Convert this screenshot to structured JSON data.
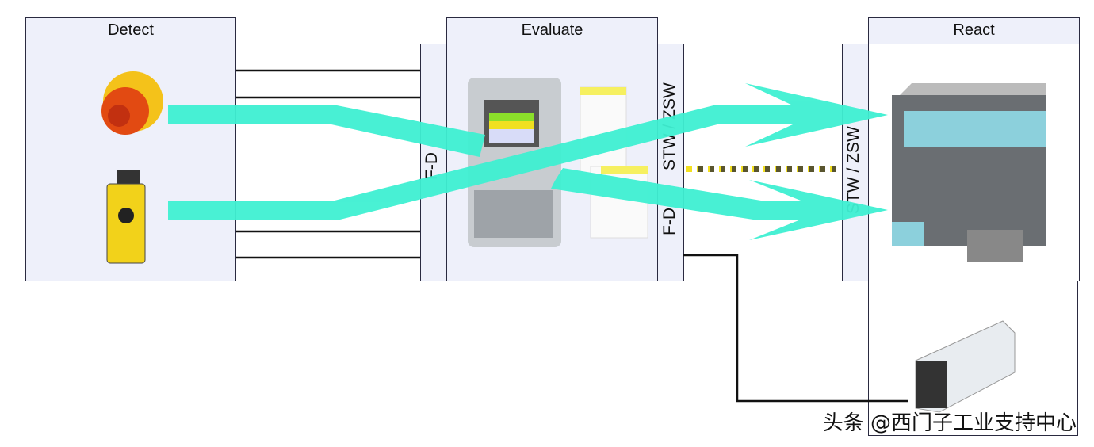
{
  "columns": {
    "detect": "Detect",
    "evaluate": "Evaluate",
    "react": "React"
  },
  "side_labels": {
    "evaluate_input": "F-D",
    "evaluate_output_lower": "F-D",
    "evaluate_output_upper": "STW / ZSW",
    "react_input": "STW / ZSW"
  },
  "watermark": "头条 @西门子工业支持中心",
  "colors": {
    "arrow": "#3ff0d2",
    "box_fill": "#eef0fa",
    "border": "#2a2a40"
  }
}
